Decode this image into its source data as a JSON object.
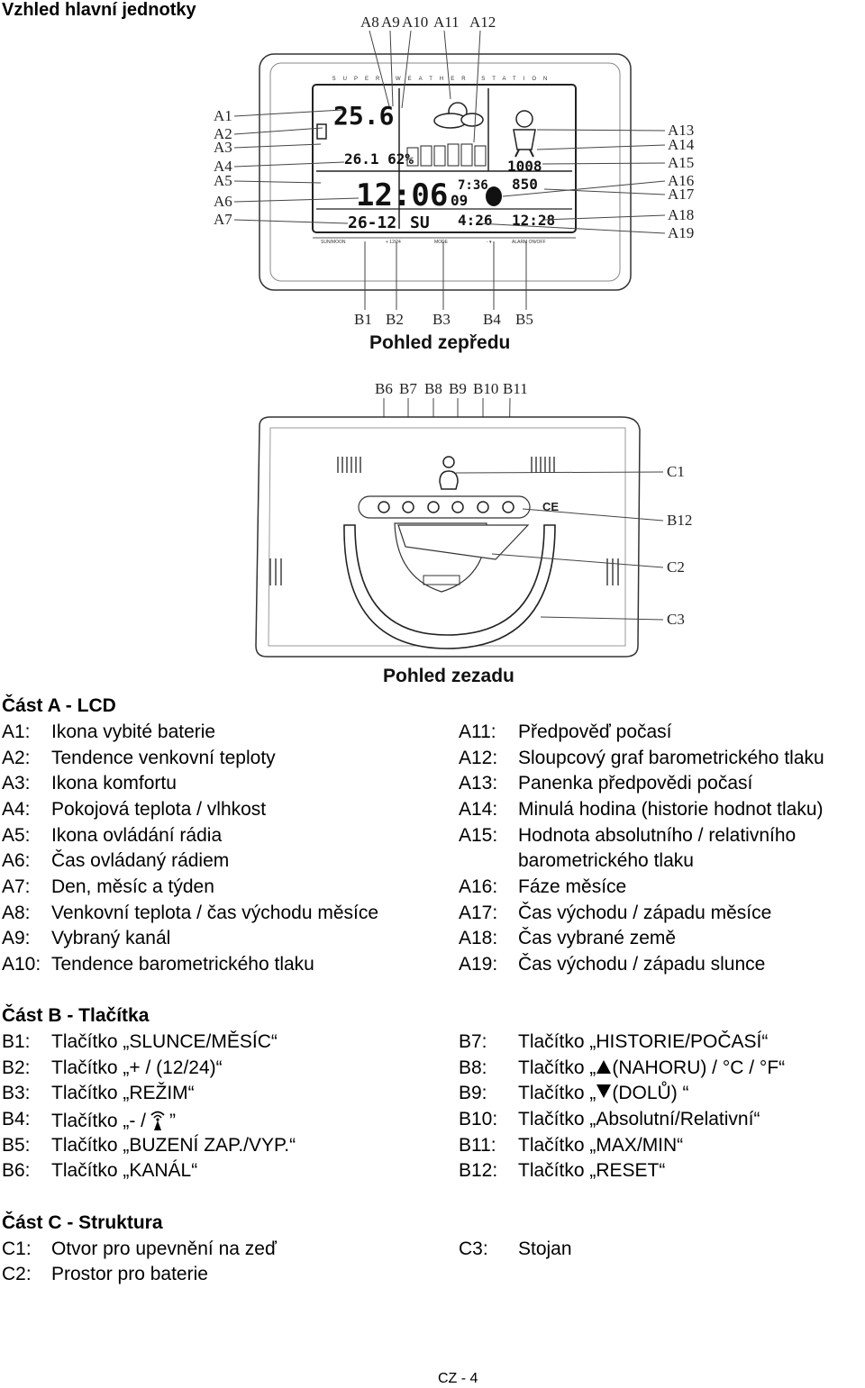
{
  "page_title": "Vzhled hlavní jednotky",
  "front_view": {
    "caption": "Pohled zepředu",
    "brand_text": "SUPER WEATHER STATION",
    "top_labels": [
      "A8",
      "A9",
      "A10",
      "A11",
      "A12"
    ],
    "left_labels": [
      "A1",
      "A2",
      "A3",
      "A4",
      "A5",
      "A6",
      "A7"
    ],
    "right_labels": [
      "A13",
      "A14",
      "A15",
      "A16",
      "A17",
      "A18",
      "A19"
    ],
    "bottom_labels": [
      "B1",
      "B2",
      "B3",
      "B4",
      "B5"
    ],
    "lcd": {
      "outdoor_temp": "25.6",
      "indoor": "26.1 62%",
      "time": "12:06",
      "seconds": "09",
      "date": "26-12",
      "weekday": "SU",
      "pressure": "1008",
      "moonrise": "7:36",
      "moonset": "4:26",
      "sea_level": "850",
      "world_time": "12:28"
    },
    "button_strip": [
      "SUN/MOON",
      "+ 12/24",
      "MODE",
      "- ▾",
      "ALARM ON/OFF"
    ]
  },
  "back_view": {
    "caption": "Pohled zezadu",
    "top_labels": [
      "B6",
      "B7",
      "B8",
      "B9",
      "B10",
      "B11"
    ],
    "right_labels": [
      "C1",
      "B12",
      "C2",
      "C3"
    ],
    "ce_mark": "CE"
  },
  "section_a": {
    "heading": "Část A - LCD",
    "left": [
      {
        "code": "A1:",
        "text": "Ikona vybité baterie"
      },
      {
        "code": "A2:",
        "text": "Tendence venkovní teploty"
      },
      {
        "code": "A3:",
        "text": "Ikona komfortu"
      },
      {
        "code": "A4:",
        "text": "Pokojová teplota / vlhkost"
      },
      {
        "code": "A5:",
        "text": "Ikona ovládání rádia"
      },
      {
        "code": "A6:",
        "text": "Čas ovládaný rádiem"
      },
      {
        "code": "A7:",
        "text": "Den, měsíc a týden"
      },
      {
        "code": "A8:",
        "text": "Venkovní teplota / čas východu měsíce"
      },
      {
        "code": "A9:",
        "text": "Vybraný kanál"
      },
      {
        "code": "A10:",
        "text": "Tendence barometrického tlaku"
      }
    ],
    "right": [
      {
        "code": "A11:",
        "text": "Předpověď počasí"
      },
      {
        "code": "A12:",
        "text": "Sloupcový graf barometrického tlaku"
      },
      {
        "code": "A13:",
        "text": "Panenka předpovědi počasí"
      },
      {
        "code": "A14:",
        "text": "Minulá hodina (historie hodnot tlaku)"
      },
      {
        "code": "A15:",
        "text": "Hodnota absolutního / relativního"
      },
      {
        "code": "",
        "text": "barometrického tlaku"
      },
      {
        "code": "A16:",
        "text": " Fáze měsíce"
      },
      {
        "code": "A17:",
        "text": "Čas východu / západu měsíce"
      },
      {
        "code": "A18:",
        "text": "Čas vybrané země"
      },
      {
        "code": "A19:",
        "text": "Čas východu / západu slunce"
      }
    ]
  },
  "section_b": {
    "heading": "Část B - Tlačítka",
    "left": [
      {
        "code": "B1:",
        "text": "Tlačítko „SLUNCE/MĚSÍC“"
      },
      {
        "code": "B2:",
        "text": "Tlačítko „+ / (12/24)“"
      },
      {
        "code": "B3:",
        "text": "Tlačítko „REŽIM“"
      },
      {
        "code": "B4:",
        "pre": "Tlačítko „- /",
        "post": "”"
      },
      {
        "code": "B5:",
        "text": "Tlačítko „BUZENÍ ZAP./VYP.“"
      },
      {
        "code": "B6:",
        "text": "Tlačítko „KANÁL“"
      }
    ],
    "right": [
      {
        "code": "B7:",
        "text": "Tlačítko „HISTORIE/POČASÍ“"
      },
      {
        "code": "B8:",
        "pre": "Tlačítko „",
        "post": "(NAHORU) / °C / °F“"
      },
      {
        "code": "B9:",
        "pre": "Tlačítko „",
        "post": "(DOLŮ) “"
      },
      {
        "code": "B10:",
        "text": "Tlačítko „Absolutní/Relativní“"
      },
      {
        "code": "B11:",
        "text": "Tlačítko „MAX/MIN“"
      },
      {
        "code": "B12:",
        "text": "Tlačítko „RESET“"
      }
    ]
  },
  "section_c": {
    "heading": "Část C - Struktura",
    "left": [
      {
        "code": "C1:",
        "text": "Otvor pro upevnění na zeď"
      },
      {
        "code": "C2:",
        "text": "Prostor pro baterie"
      }
    ],
    "right": [
      {
        "code": "C3:",
        "text": "Stojan"
      }
    ]
  },
  "footer": "CZ - 4"
}
